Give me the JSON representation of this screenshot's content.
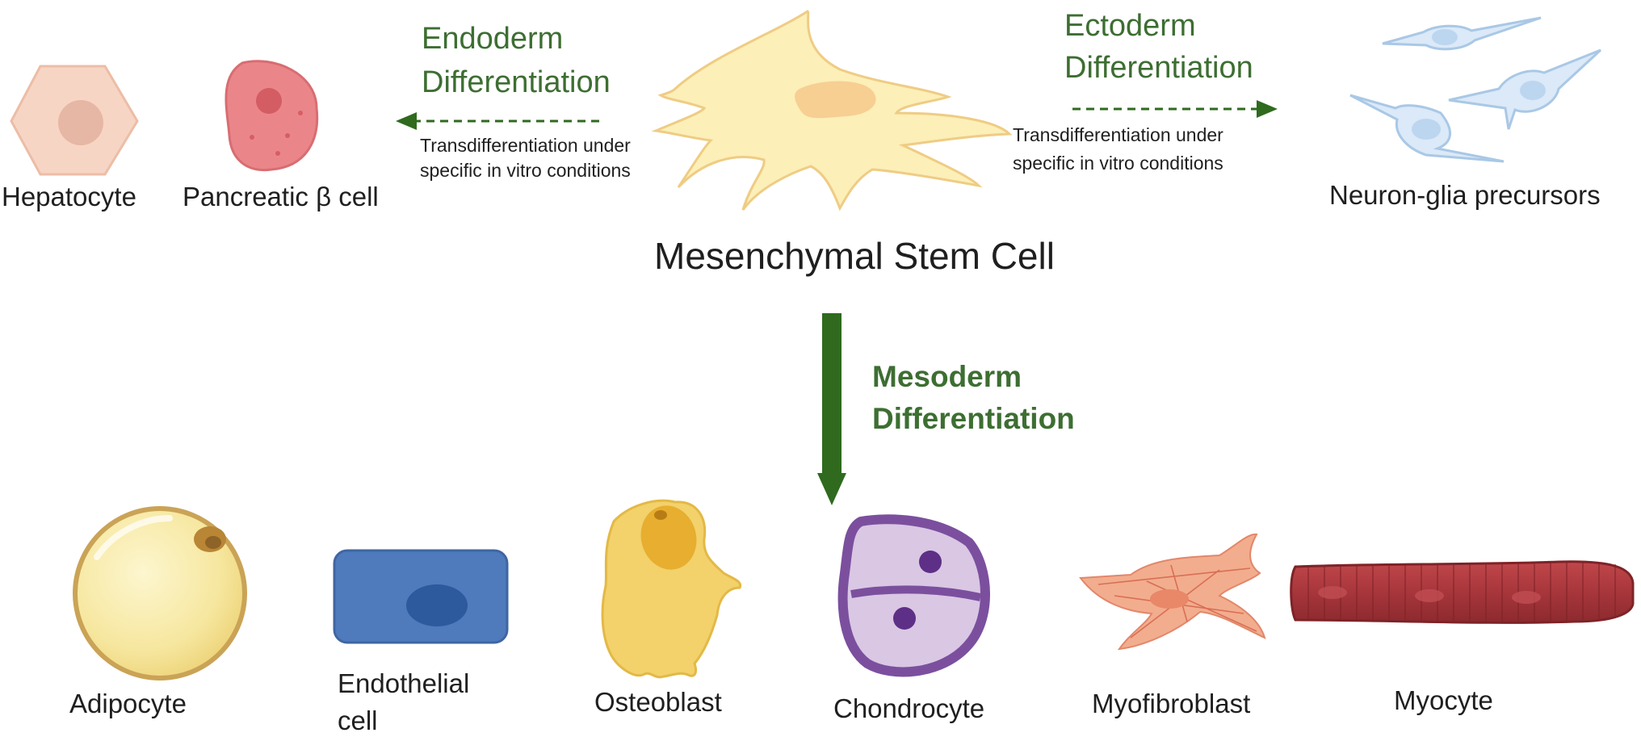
{
  "center": {
    "title": "Mesenchymal Stem Cell"
  },
  "endoderm": {
    "title_line1": "Endoderm",
    "title_line2": "Differentiation",
    "note_line1": "Transdifferentiation under",
    "note_line2": "specific in vitro conditions",
    "cells": [
      "Hepatocyte",
      "Pancreatic β cell"
    ]
  },
  "ectoderm": {
    "title_line1": "Ectoderm",
    "title_line2": "Differentiation",
    "note_line1": "Transdifferentiation under",
    "note_line2": "specific in vitro conditions",
    "cells": [
      "Neuron-glia precursors"
    ]
  },
  "mesoderm": {
    "title_line1": "Mesoderm",
    "title_line2": "Differentiation",
    "cells": [
      {
        "line1": "Adipocyte"
      },
      {
        "line1": "Endothelial",
        "line2": "cell"
      },
      {
        "line1": "Osteoblast"
      },
      {
        "line1": "Chondrocyte"
      },
      {
        "line1": "Myofibroblast"
      },
      {
        "line1": "Myocyte"
      }
    ]
  },
  "colors": {
    "arrow_green": "#2f6a1f",
    "label_green": "#3d6e32",
    "stem_cell": "#fbeeb5",
    "stem_nucleus": "#f6cf8f",
    "hepatocyte": "#f5cfbe",
    "pancreatic": "#ea868a",
    "neuron": "#d9e8f8",
    "adipocyte": "#f8ebaa",
    "endothelial": "#4e78b9",
    "osteoblast": "#f3d16b",
    "chondrocyte": "#7b4f9e",
    "myofibroblast": "#f0a584",
    "myocyte": "#a8353a"
  }
}
